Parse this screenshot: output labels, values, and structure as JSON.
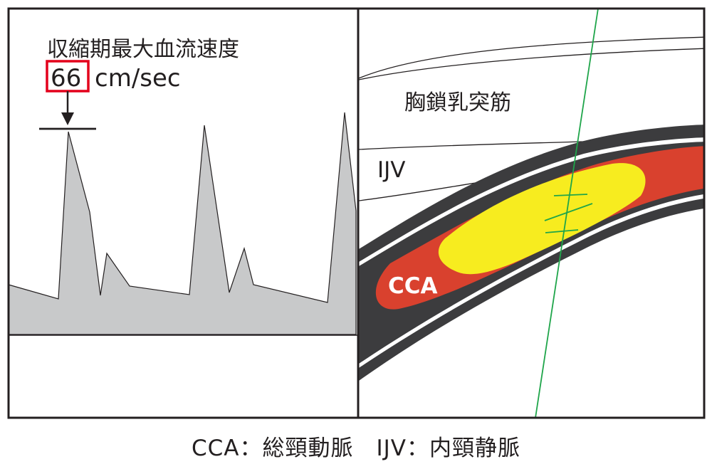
{
  "doppler_panel": {
    "title": "収縮期最大血流速度",
    "peak_value": "66",
    "peak_unit": "cm/sec"
  },
  "anatomy_panel": {
    "muscle_label": "胸鎖乳突筋",
    "vein_label": "IJV",
    "artery_label": "CCA"
  },
  "caption": {
    "text": "CCA：総頸動脈　IJV：内頸静脈"
  },
  "colors": {
    "waveform_fill": "#c8c9ca",
    "artery_wall": "#3c3c3e",
    "artery_red": "#d9412e",
    "flow_yellow": "#f7ec1f",
    "doppler_line": "#1fa54a",
    "highlight_box": "#e3001b"
  }
}
